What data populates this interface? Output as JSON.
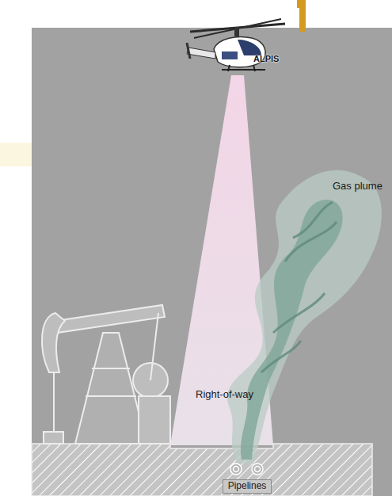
{
  "diagram": {
    "nodes": [
      {
        "text": [
          "Pipelines"
        ]
      }
    ],
    "labels": [
      "ALPIS",
      "Gas plume",
      "Right-of-way"
    ]
  }
}
